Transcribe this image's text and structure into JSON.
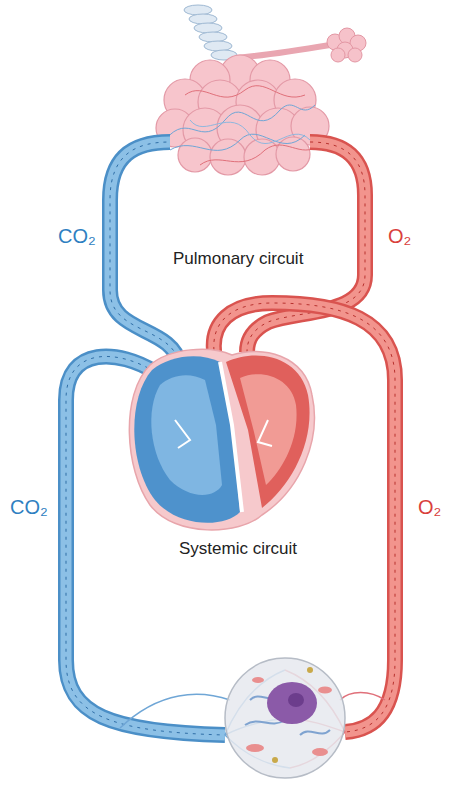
{
  "diagram": {
    "labels": [
      "CO₂",
      "Pulmonary circuit",
      "O₂",
      "CO₂",
      "Systemic circuit",
      "O₂"
    ]
  }
}
